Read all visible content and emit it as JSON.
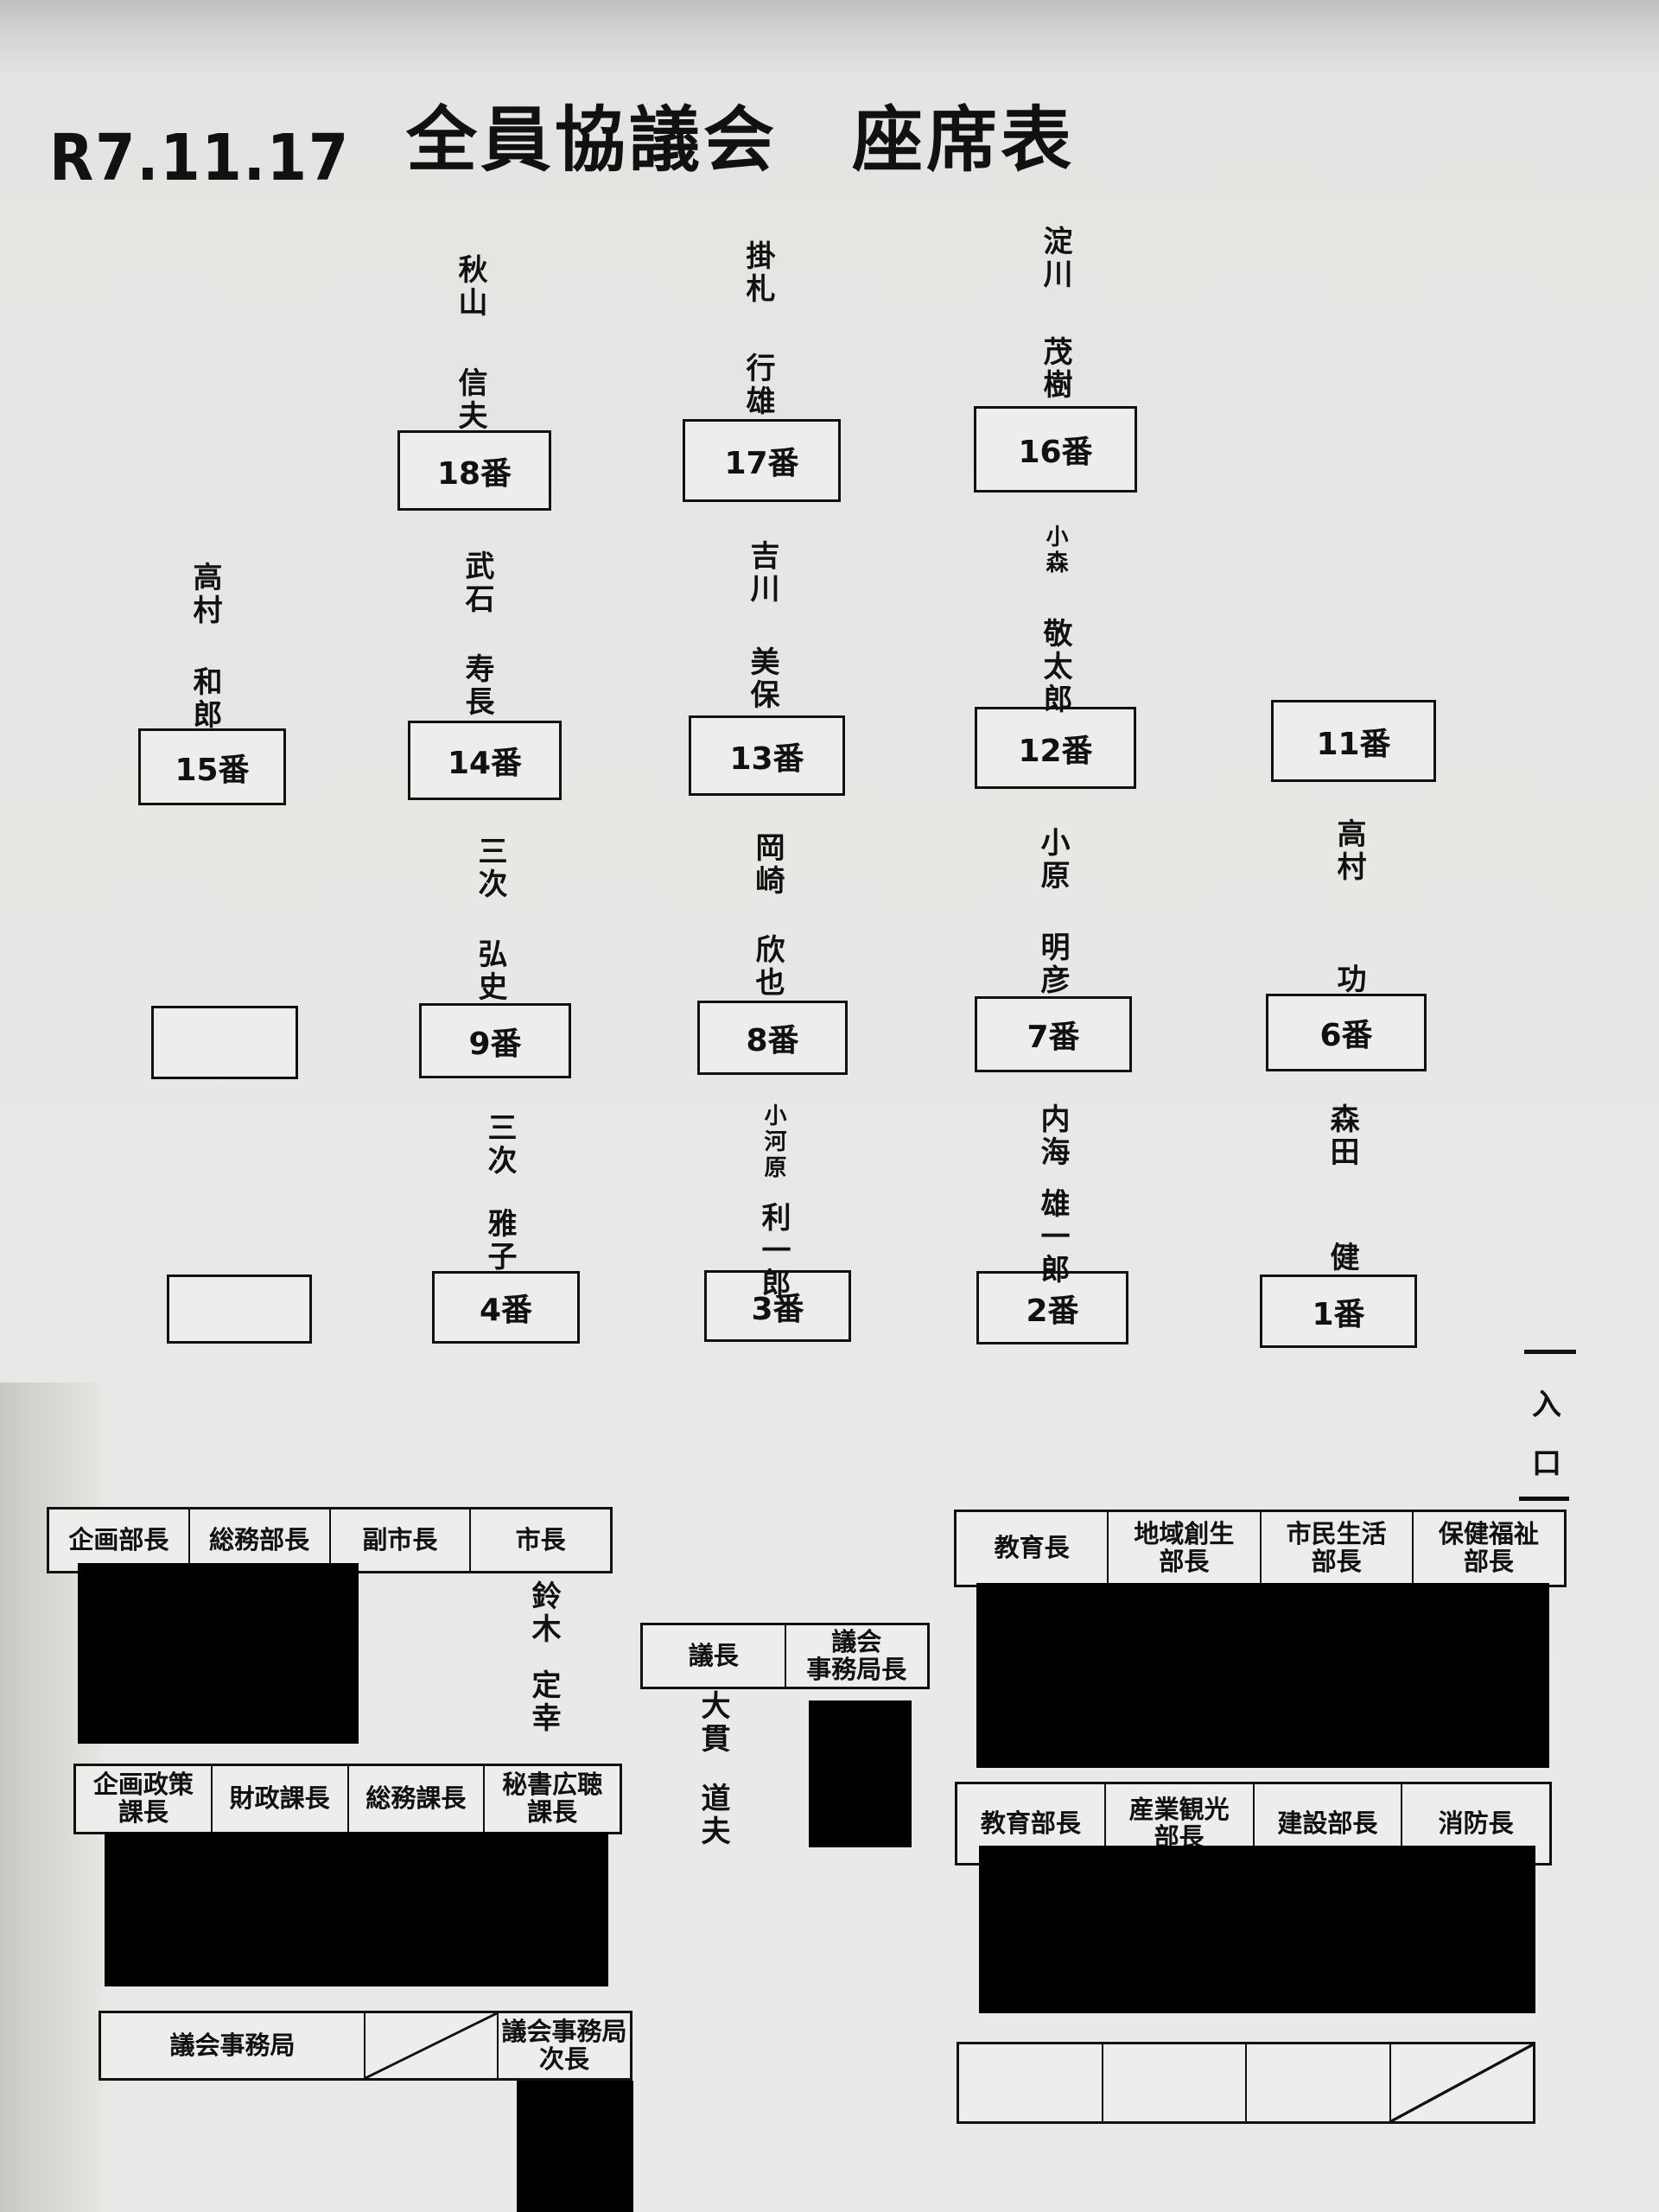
{
  "header": {
    "date": "R7.11.17",
    "title": "全員協議会　座席表"
  },
  "seats": [
    {
      "number": "18番",
      "surname": "秋山",
      "given": "信夫"
    },
    {
      "number": "17番",
      "surname": "掛札",
      "given": "行雄"
    },
    {
      "number": "16番",
      "surname": "淀川",
      "given": "茂樹"
    },
    {
      "number": "15番",
      "surname": "高村",
      "given": "和郎"
    },
    {
      "number": "14番",
      "surname": "武石",
      "given": "寿長"
    },
    {
      "number": "13番",
      "surname": "吉川",
      "given": "美保"
    },
    {
      "number": "12番",
      "surname": "小森",
      "given": "敬太郎"
    },
    {
      "number": "11番",
      "surname": "",
      "given": ""
    },
    {
      "number": "",
      "surname": "",
      "given": ""
    },
    {
      "number": "9番",
      "surname": "三次",
      "given": "弘史"
    },
    {
      "number": "8番",
      "surname": "岡崎",
      "given": "欣也"
    },
    {
      "number": "7番",
      "surname": "小原",
      "given": "明彦"
    },
    {
      "number": "6番",
      "surname": "高村",
      "given": "功"
    },
    {
      "number": "",
      "surname": "",
      "given": ""
    },
    {
      "number": "4番",
      "surname": "三次",
      "given": "雅子"
    },
    {
      "number": "3番",
      "surname": "小河原",
      "given": "利一郎"
    },
    {
      "number": "2番",
      "surname": "内海",
      "given": "雄一郎"
    },
    {
      "number": "1番",
      "surname": "森田",
      "given": "健"
    }
  ],
  "entrance": {
    "top": "入",
    "bottom": "口"
  },
  "executives": {
    "left_row1": [
      "企画部長",
      "総務部長",
      "副市長",
      "市長"
    ],
    "mayor": {
      "surname": "鈴木",
      "given": "定幸"
    },
    "left_row2": [
      "企画政策\n課長",
      "財政課長",
      "総務課長",
      "秘書広聴\n課長"
    ],
    "left_row3": [
      "議会事務局",
      "",
      "議会事務局\n次長"
    ],
    "chair_row": [
      "議長",
      "議会\n事務局長"
    ],
    "chair": {
      "surname": "大貫",
      "given": "道夫"
    },
    "right_row1": [
      "教育長",
      "地域創生\n部長",
      "市民生活\n部長",
      "保健福祉\n部長"
    ],
    "right_row2": [
      "教育部長",
      "産業観光\n部長",
      "建設部長",
      "消防長"
    ],
    "right_row3": [
      "",
      "",
      "",
      ""
    ]
  }
}
